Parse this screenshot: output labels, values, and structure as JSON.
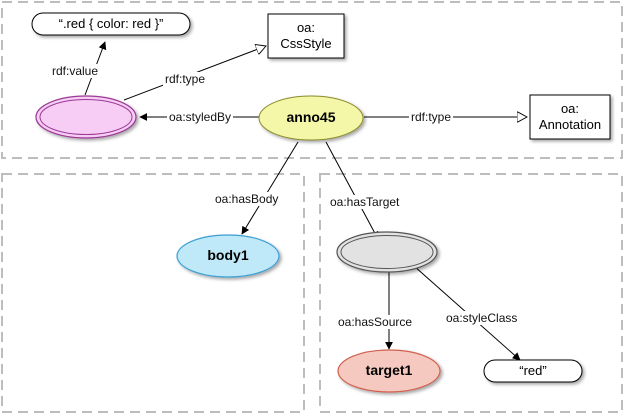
{
  "nodes": {
    "literal_value": "“.red { color: red }”",
    "css_style": [
      "oa:",
      "CssStyle"
    ],
    "anno": "anno45",
    "annotation_class": [
      "oa:",
      "Annotation"
    ],
    "body": "body1",
    "target": "target1",
    "literal_class": "“red”",
    "styled_node": "",
    "specific_target": ""
  },
  "edges": {
    "rdf_value": "rdf:value",
    "rdf_type_style": "rdf:type",
    "styled_by": "oa:styledBy",
    "rdf_type_anno": "rdf:type",
    "has_body": "oa:hasBody",
    "has_target": "oa:hasTarget",
    "has_source": "oa:hasSource",
    "style_class": "oa:styleClass"
  },
  "colors": {
    "anno_fill": "#f4f6a8",
    "body_fill": "#bfe8f8",
    "body_stroke": "#3a9fd4",
    "target_fill": "#f6c9c0",
    "target_stroke": "#d06050",
    "style_fill": "#f7cdf5",
    "style_stroke": "#9a3a96",
    "specific_fill": "#e2e2e2",
    "dash_box": "#bdbdbd"
  }
}
